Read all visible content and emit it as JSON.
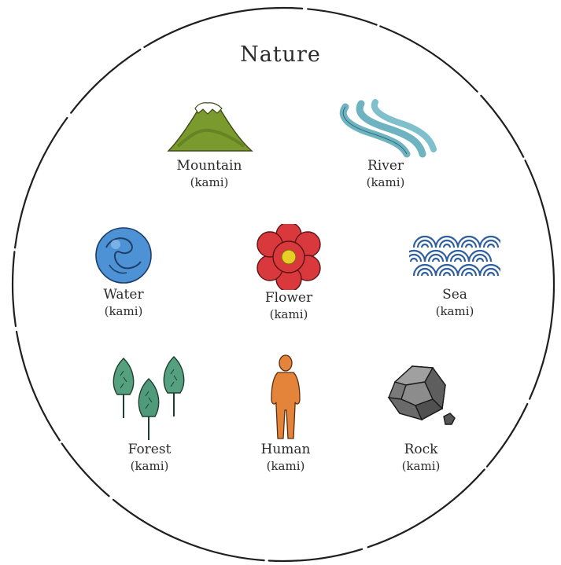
{
  "title": "Nature",
  "items": [
    {
      "name": "Mountain",
      "sub": "(kami)",
      "icon": "mountain-icon",
      "color": "#6f8f2c"
    },
    {
      "name": "River",
      "sub": "(kami)",
      "icon": "river-icon",
      "color": "#5fa8b8"
    },
    {
      "name": "Water",
      "sub": "(kami)",
      "icon": "water-icon",
      "color": "#4a8fd0"
    },
    {
      "name": "Flower",
      "sub": "(kami)",
      "icon": "flower-icon",
      "color": "#d63a3a"
    },
    {
      "name": "Sea",
      "sub": "(kami)",
      "icon": "sea-waves-icon",
      "color": "#2f5f9e"
    },
    {
      "name": "Forest",
      "sub": "(kami)",
      "icon": "forest-icon",
      "color": "#4f9a7a"
    },
    {
      "name": "Human",
      "sub": "(kami)",
      "icon": "human-icon",
      "color": "#e0823a"
    },
    {
      "name": "Rock",
      "sub": "(kami)",
      "icon": "rock-icon",
      "color": "#6b6b6b"
    }
  ]
}
